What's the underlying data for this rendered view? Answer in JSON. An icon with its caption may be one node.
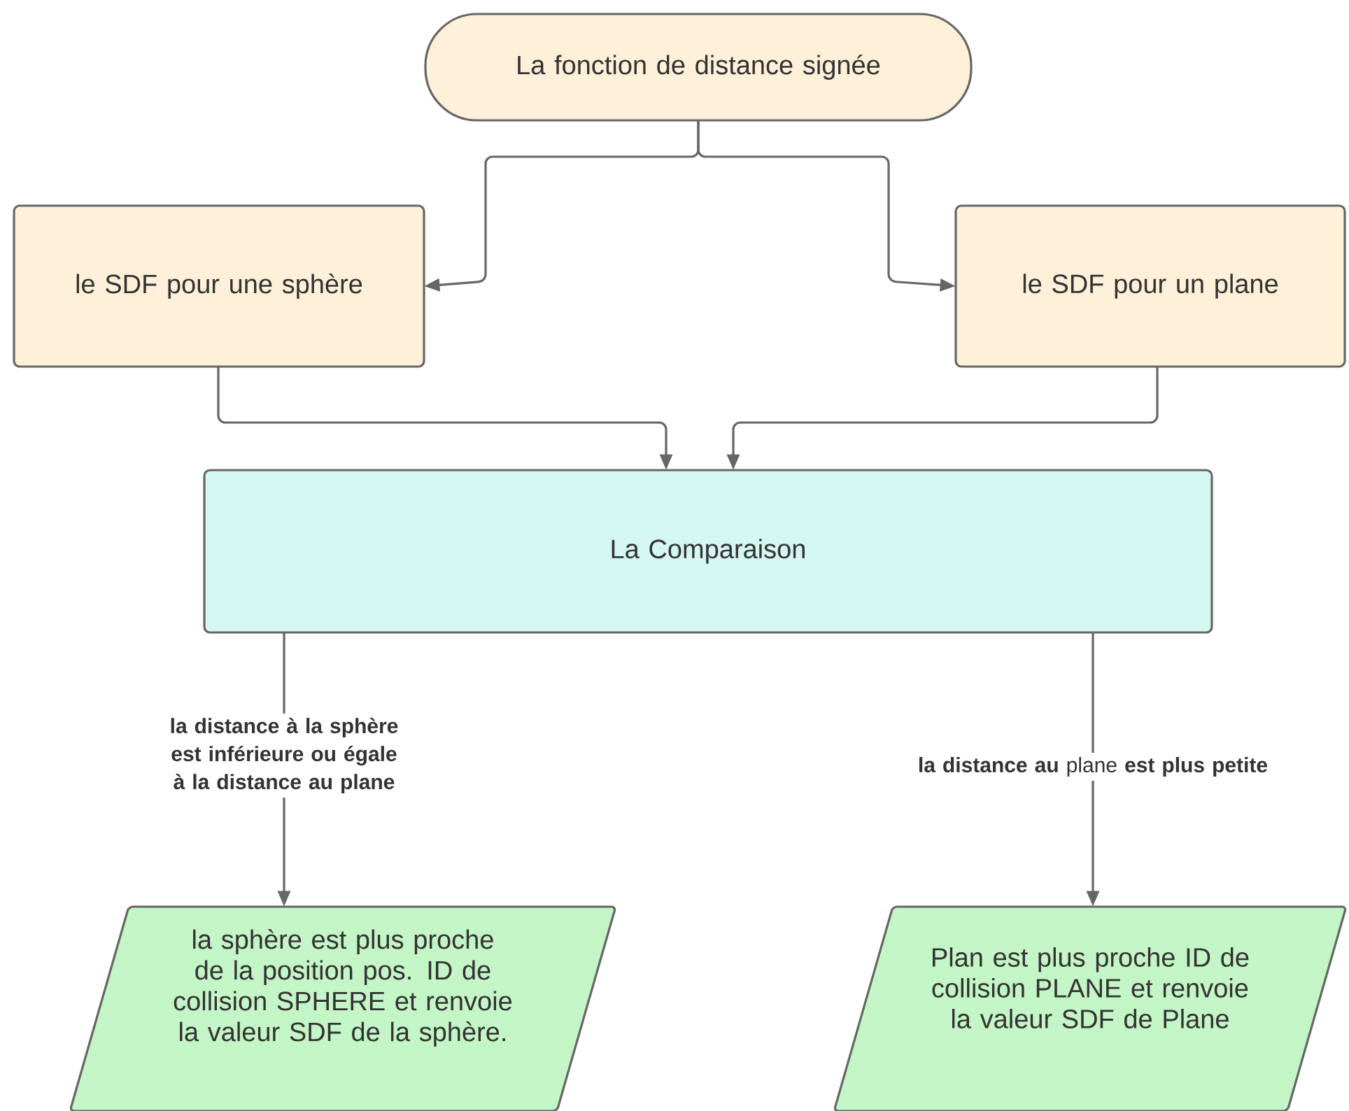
{
  "diagram": {
    "nodes": [
      {
        "text": [
          "La fonction de distance signée"
        ]
      },
      {
        "text": [
          "le SDF pour une sphère"
        ]
      },
      {
        "text": [
          "le SDF pour un plane"
        ]
      },
      {
        "text": [
          "La Comparaison"
        ]
      },
      {
        "text": [
          "la sphère est plus proche de la position pos. ID de collision SPHERE et renvoie la valeur SDF de la sphère."
        ]
      },
      {
        "text": [
          "Plan est plus proche ID de collision PLANE et renvoie la valeur SDF de Plane"
        ]
      }
    ],
    "edges": [
      {
        "from": 0,
        "to": 1,
        "arrow": "to"
      },
      {
        "from": 0,
        "to": 2,
        "arrow": "to"
      },
      {
        "from": 1,
        "to": 3,
        "arrow": "to"
      },
      {
        "from": 2,
        "to": 3,
        "arrow": "to"
      },
      {
        "from": 3,
        "to": 4,
        "arrow": "to",
        "label": "la distance à la sphère est inférieure ou égale à la distance au plane"
      },
      {
        "from": 3,
        "to": 5,
        "arrow": "to",
        "label": "**la distance au** plane **est plus petite**"
      }
    ]
  }
}
